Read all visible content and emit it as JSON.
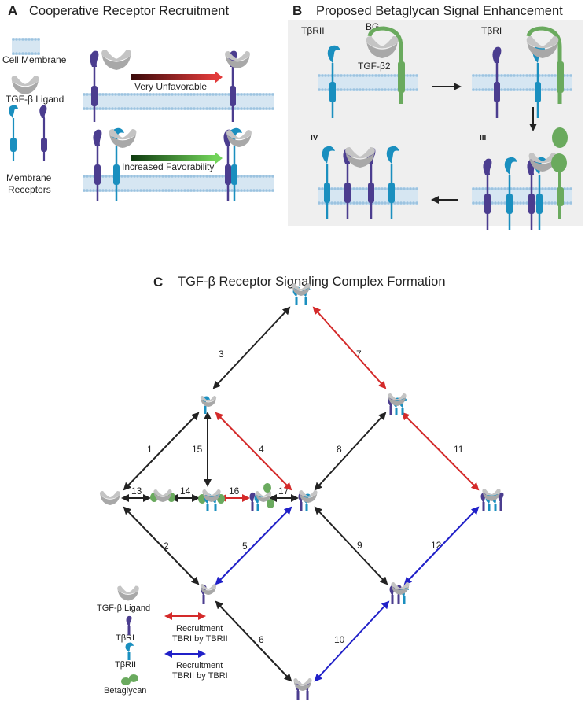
{
  "panelA": {
    "letter": "A",
    "title": "Cooperative Receptor Recruitment",
    "legend": {
      "membrane": "Cell Membrane",
      "ligand": "TGF-β Ligand",
      "receptors_line1": "Membrane",
      "receptors_line2": "Receptors"
    },
    "arrow_top_label": "Very Unfavorable",
    "arrow_bottom_label": "Increased Favorability"
  },
  "panelB": {
    "letter": "B",
    "title": "Proposed Betaglycan Signal Enhancement",
    "labels": {
      "tbrii": "TβRII",
      "bg": "BG",
      "tgfb2": "TGF-β2",
      "tbri": "TβRI"
    },
    "steps": [
      "IV",
      "III"
    ]
  },
  "panelC": {
    "letter": "C",
    "title": "TGF-β Receptor Signaling Complex Formation",
    "edge_numbers": [
      "1",
      "2",
      "3",
      "4",
      "5",
      "6",
      "7",
      "8",
      "9",
      "10",
      "11",
      "12",
      "13",
      "14",
      "15",
      "16",
      "17"
    ],
    "legend": {
      "ligand": "TGF-β Ligand",
      "tbri": "TβRI",
      "tbrii": "TβRII",
      "betaglycan": "Betaglycan",
      "red_arrow_line1": "Recruitment",
      "red_arrow_line2": "TBRI by TBRII",
      "blue_arrow_line1": "Recruitment",
      "blue_arrow_line2": "TBRII by TBRI"
    },
    "colors": {
      "tbri": "#4b3d8f",
      "tbrii": "#1a8fbf",
      "ligand": "#a8a8a8",
      "betaglycan": "#6aaa5e",
      "red_arrow": "#d42a2a",
      "blue_arrow": "#2020c8",
      "black_arrow": "#222222",
      "membrane": "#9cc3e0"
    }
  }
}
